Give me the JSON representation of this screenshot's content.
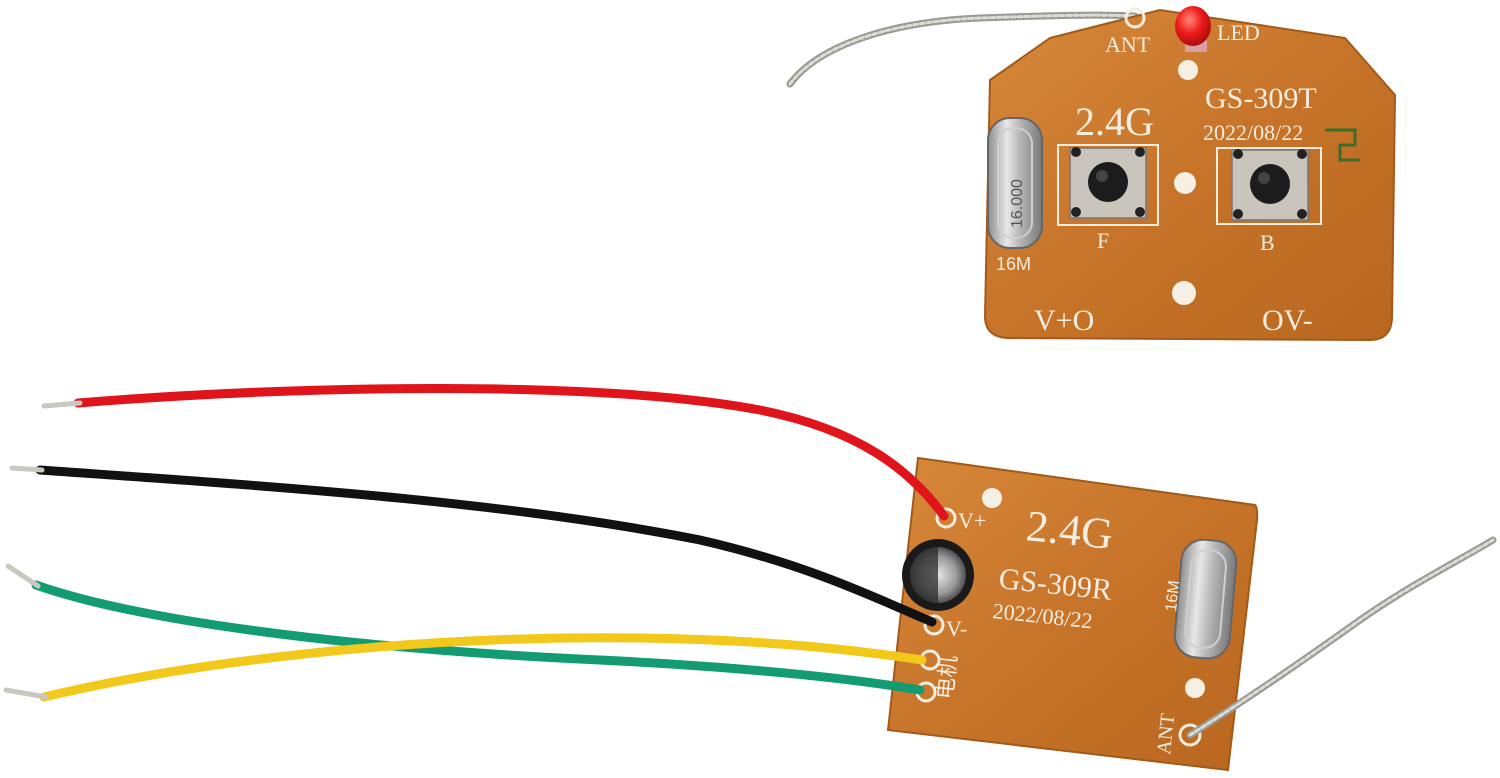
{
  "transmitter": {
    "model": "GS-309T",
    "date": "2022/08/22",
    "frequency": "2.4G",
    "antenna_label": "ANT",
    "led_label": "LED",
    "crystal_label": "16M",
    "crystal_marking": "16.000",
    "button_f_label": "F",
    "button_b_label": "B",
    "positive_label": "V+O",
    "negative_label": "OV-"
  },
  "receiver": {
    "model": "GS-309R",
    "date": "2022/08/22",
    "frequency": "2.4G",
    "positive_label": "V+",
    "negative_label": "V-",
    "motor_label": "电机",
    "crystal_label": "16M",
    "antenna_label": "ANT"
  },
  "colors": {
    "pcb": "#c9782c",
    "pcb_edge": "#a35a18",
    "wire_red": "#e0151b",
    "wire_black": "#111111",
    "wire_green": "#139c72",
    "wire_yellow": "#f2c81a",
    "antenna": "#b8b8b0",
    "led": "#ef1c1c"
  }
}
